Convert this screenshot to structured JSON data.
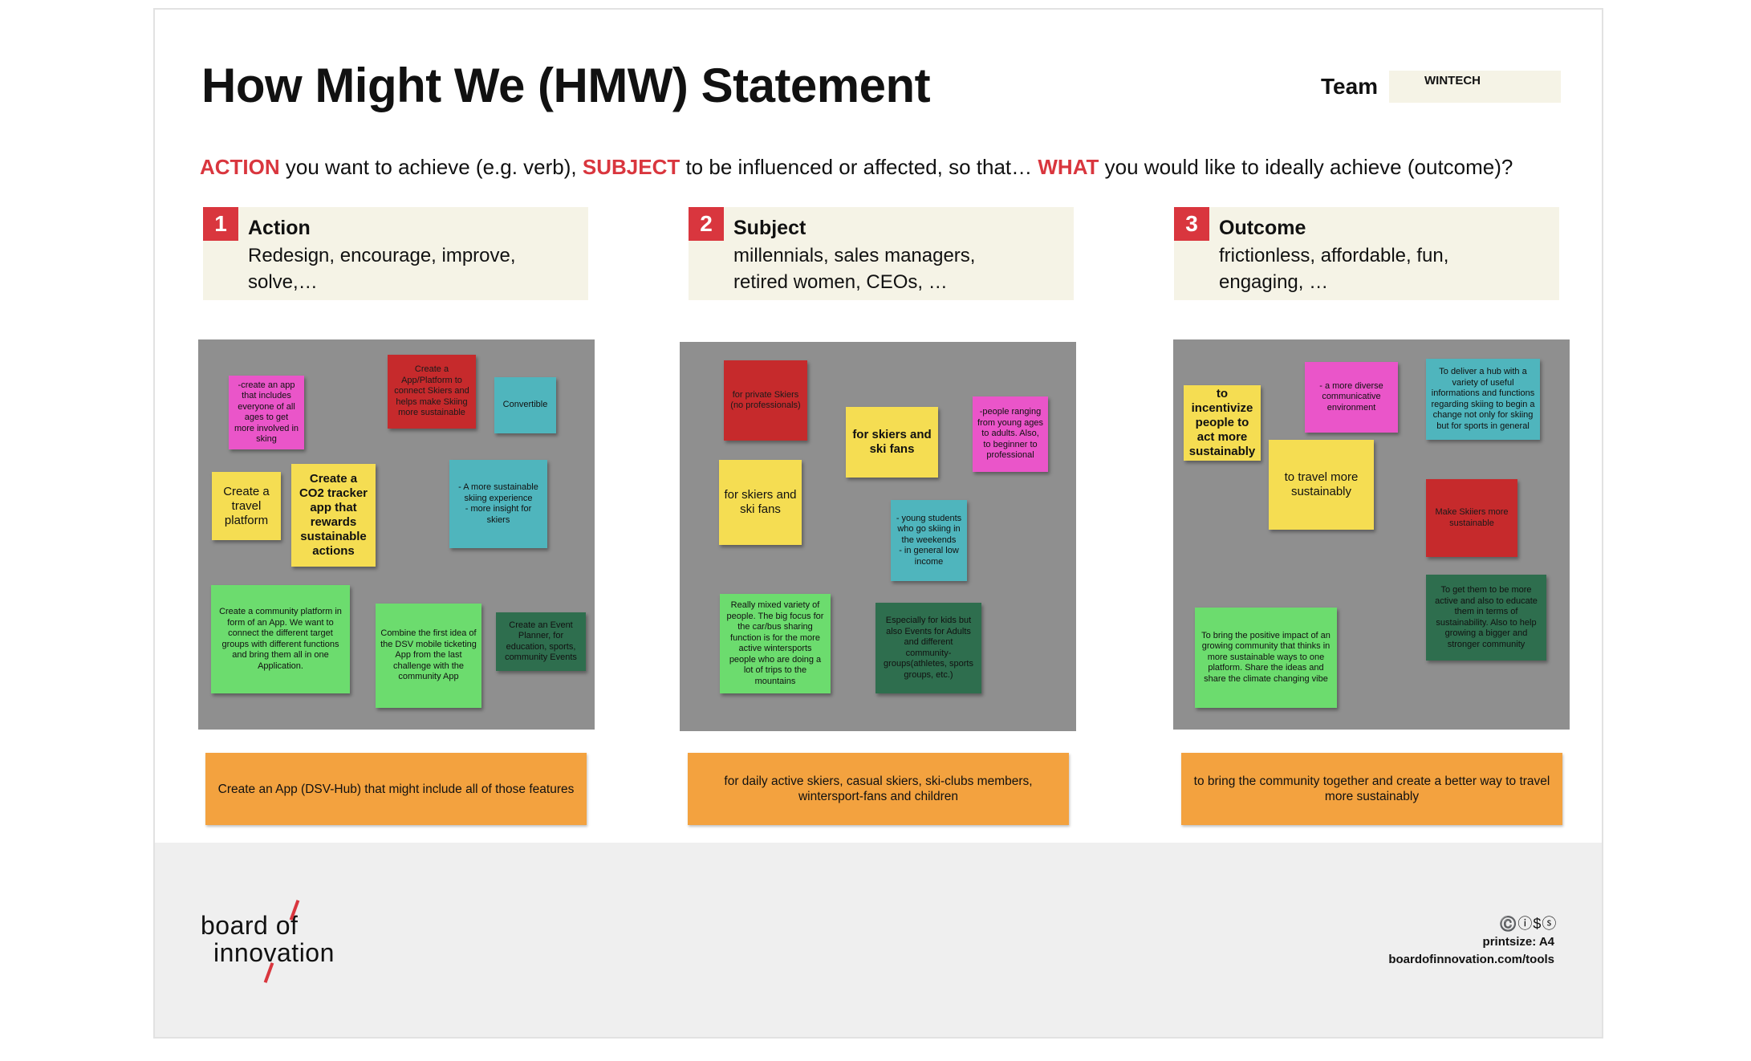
{
  "header": {
    "title": "How Might We (HMW) Statement",
    "team_label": "Team",
    "team_value": "WINTECH"
  },
  "subtitle": {
    "action_kw": "ACTION",
    "part1": " you want to achieve (e.g. verb), ",
    "subject_kw": "SUBJECT",
    "part2": " to be influenced or affected, so that… ",
    "what_kw": "WHAT",
    "part3": " you would like to ideally achieve (outcome)?"
  },
  "columns": [
    {
      "number": "1",
      "title": "Action",
      "description": "Redesign, encourage, improve, solve,…",
      "notes": [
        "-create an app that includes everyone of all ages to get more involved in sking",
        "Create a App/Platform to connect Skiers and helps make Skiing more sustainable",
        "Convertible",
        "Create a travel platform",
        "Create a CO2 tracker app that rewards sustainable actions",
        "- A more sustainable skiing experience\n- more insight for skiers",
        "Create a community platform in form of an App. We want to connect the different target groups with different functions and bring them all in one Application.",
        "Combine the first idea of the DSV mobile ticketing App from the last challenge with the community App",
        "Create an Event Planner, for education, sports, community Events"
      ],
      "summary": "Create an App (DSV-Hub) that might include all of those features"
    },
    {
      "number": "2",
      "title": "Subject",
      "description": "millennials, sales managers, retired women, CEOs, …",
      "notes": [
        "for private Skiers (no professionals)",
        "for skiers and ski fans",
        "-people ranging from young ages to adults. Also, to beginner to professional",
        "for skiers and ski fans",
        "- young students who go skiing in the weekends\n- in general low income",
        "Really mixed variety of people. The big focus for the car/bus sharing function is for the more active wintersports people who are doing a lot of trips to the mountains",
        "Especially for kids but also Events for Adults and different community-groups(athletes, sports groups, etc.)"
      ],
      "summary": "for daily active skiers, casual skiers, ski-clubs members, wintersport-fans and children"
    },
    {
      "number": "3",
      "title": "Outcome",
      "description": "frictionless, affordable, fun, engaging, …",
      "notes": [
        "to incentivize people to act more sustainably",
        "- a more diverse communicative environment",
        "To deliver a hub  with a variety of useful informations and functions regarding skiing to begin a change not only for skiing but for sports in general",
        "to travel more sustainably",
        "Make Skiiers more sustainable",
        "To get them to be more active and also to educate them in terms of sustainability. Also to help growing a bigger and stronger community",
        "To bring the positive impact of an growing community that thinks in more sustainable ways to one platform. Share the ideas and share the climate changing vibe"
      ],
      "summary": "to bring the community together and create a better way to travel more sustainably"
    }
  ],
  "footer": {
    "logo_line1": "board of",
    "logo_line2": "innovation",
    "license_icons": "©️ⓘ$ⓢ",
    "printsize": "printsize: A4",
    "url": "boardofinnovation.com/tools"
  },
  "colors": {
    "accent_red": "#d9363e",
    "category_bg": "#f5f3e6",
    "board_gray": "#8f8f8f",
    "summary_orange": "#f3a23f"
  }
}
